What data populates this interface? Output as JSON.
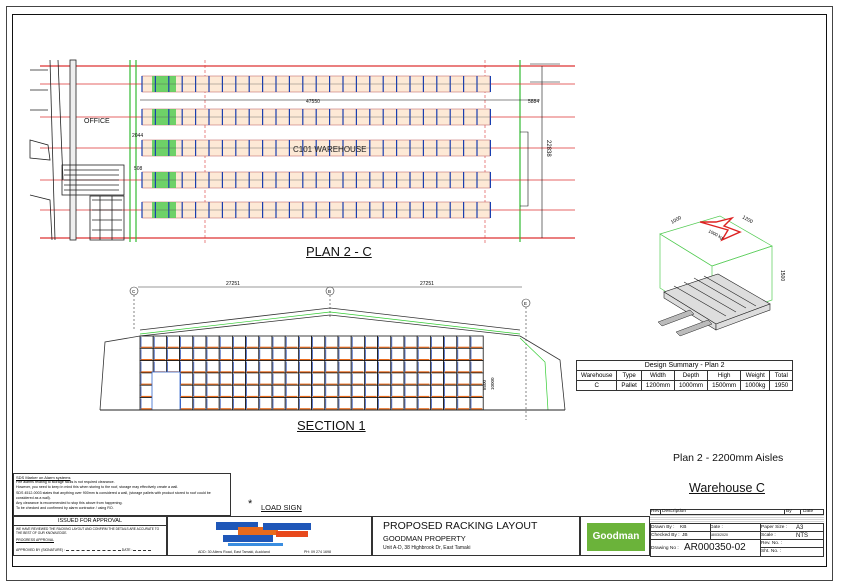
{
  "plan": {
    "title": "PLAN 2 - C",
    "warehouse_label": "C101 WAREHOUSE",
    "office_label": "OFFICE",
    "dim_length": "47550",
    "dim_right": "5884",
    "dim_width": "22838",
    "dim_a": "2044",
    "dim_b": "508"
  },
  "section": {
    "title": "SECTION 1",
    "grid_c": "C",
    "grid_b": "B",
    "grid_e": "E",
    "span_left": "27251",
    "span_right": "27251",
    "height_1": "8500",
    "height_2": "10000"
  },
  "iso": {
    "dim_depth": "1000",
    "dim_width": "1200",
    "dim_height": "1500",
    "load": "1000 kg"
  },
  "design_summary": {
    "title": "Design Summary - Plan 2",
    "headers": [
      "Warehouse",
      "Type",
      "Width",
      "Depth",
      "High",
      "Weight",
      "Total"
    ],
    "row": [
      "C",
      "Pallet",
      "1200mm",
      "1000mm",
      "1500mm",
      "1000kg",
      "1950"
    ]
  },
  "aisles_label": "Plan 2 - 2200mm Aisles",
  "warehouse_label": "Warehouse C",
  "load_sign": {
    "star": "*",
    "label": "LOAD SIGN"
  },
  "notes": {
    "title": "SDS Marker on Alarm systems",
    "lines": [
      "Fire alarms relating to storage racks is not required clearance.",
      "However, you need to keep in mind this when storing to the roof, storage may effectively create a wall.",
      "SDS 4512-0003 states that anything over 900mm is considered a wall, (storage pallets with product stored to roof could be considered as a wall).",
      "Any clearance is recommended to stop this above from happening.",
      "To be checked and confirmed by alarm contractor / using RO."
    ]
  },
  "approval": {
    "title": "ISSUED FOR APPROVAL",
    "text": "WE HAVE REVIEWED THE RACKING LAYOUT AND CONFIRM THE DETAILS ARE ACCURATE TO THE BEST OF OUR KNOWLEDGE.",
    "progress": "PROGRESS APPROVAL",
    "signature": "APPROVED BY (SIGNATURE) :",
    "date": "DATE :"
  },
  "company": {
    "address": "ADD: 30 Allens Road, East Tamaki, Auckland",
    "phone": "PH: 09 274 1698"
  },
  "project": {
    "title": "PROPOSED RACKING LAYOUT",
    "client": "GOODMAN PROPERTY",
    "address": "Unit A-D, 38 Highbrook Dr, East Tamaki"
  },
  "goodman_logo": "Goodman",
  "revisions": {
    "rev": "Rev",
    "description": "Description",
    "by": "By",
    "date": "Date",
    "drawn_by": "Drawn By :",
    "drawn_val": "KB",
    "checked_by": "Checked By :",
    "checked_val": "JB",
    "date_label": "Date :",
    "date_val": "18/03/2020",
    "paper_size": "Paper Size :",
    "paper_val": "A3",
    "scale": "Scale :",
    "scale_val": "NTS",
    "drawing_no": "Drawing No :",
    "drawing_val": "AR000350-02",
    "rev_no": "Rev. No. :",
    "rev_no_val": "",
    "sht_no": "Sht. No. :",
    "sht_no_val": ""
  }
}
